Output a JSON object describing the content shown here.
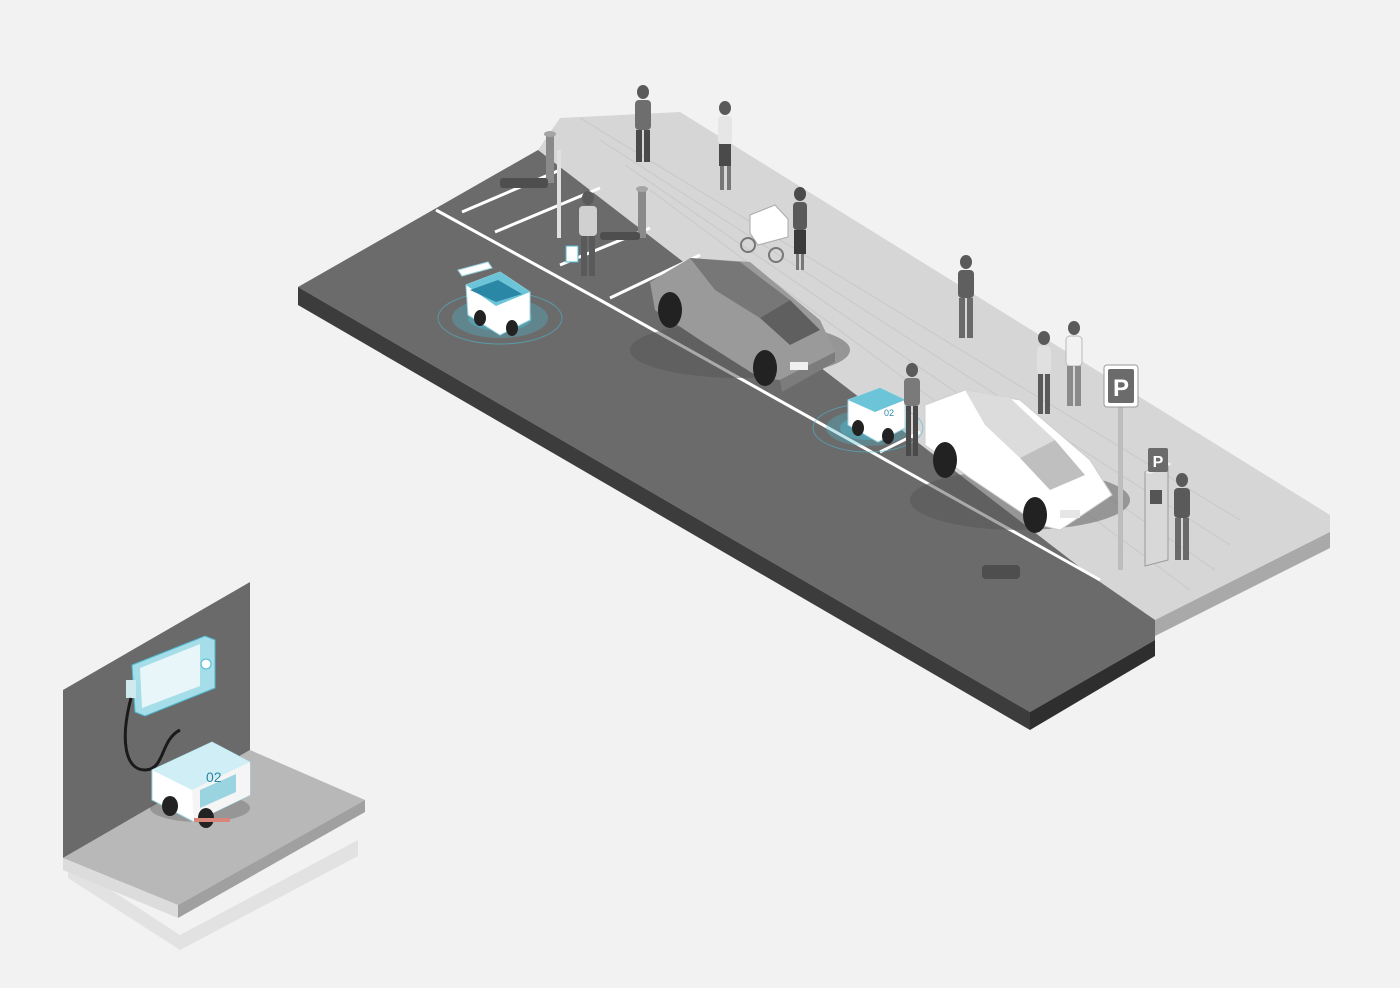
{
  "scene": {
    "colors": {
      "background": "#f2f2f2",
      "asphalt": "#6b6b6b",
      "asphalt_side": "#3f3f3f",
      "sidewalk": "#d9d9d9",
      "lines": "#ffffff",
      "robot_accent": "#4fb8cf",
      "robot_body": "#ffffff",
      "charger_wall": "#6a6a6a",
      "charger_floor": "#b8b8b8"
    },
    "icons": [
      "parking-sign-icon",
      "parking-meter-icon",
      "delivery-robot-icon",
      "car-icon",
      "pedestrian-icon",
      "stroller-icon",
      "bollard-icon",
      "charging-station-icon"
    ]
  },
  "parking_sign": {
    "letter": "P"
  },
  "parking_meter": {
    "letter": "P"
  },
  "charging_robot": {
    "number": "02"
  },
  "street_robot": {
    "number": "02"
  }
}
